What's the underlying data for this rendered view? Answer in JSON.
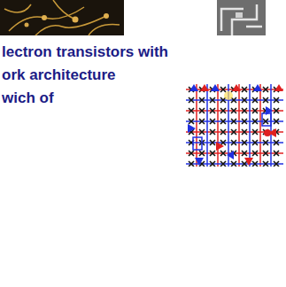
{
  "diagram": {
    "labels": [
      "lectron transistors with",
      "ork architecture",
      "wich of"
    ]
  }
}
